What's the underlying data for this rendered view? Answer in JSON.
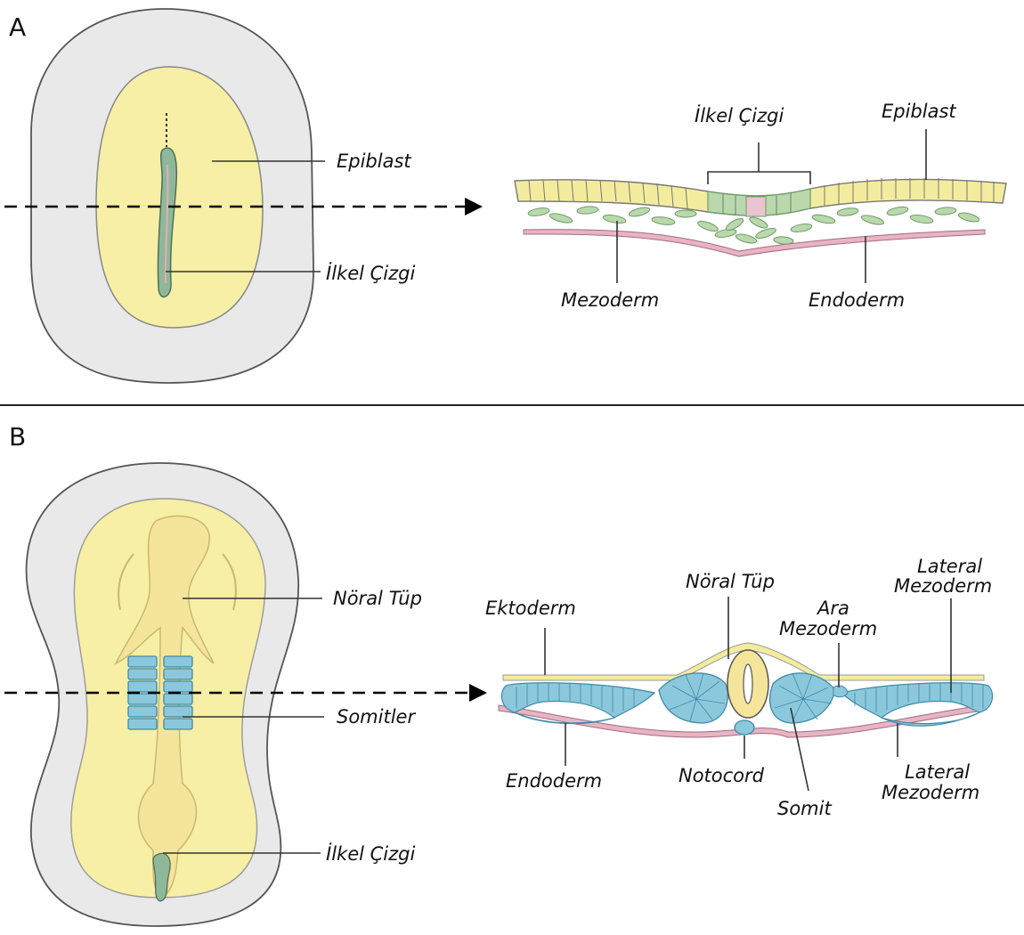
{
  "panels": [
    {
      "letter": "A",
      "labels": {
        "epiblast_left": "Epiblast",
        "ilkel_cizgi_left": "İlkel Çizgi",
        "ilkel_cizgi_section": "İlkel Çizgi",
        "epiblast_section": "Epiblast",
        "mezoderm": "Mezoderm",
        "endoderm": "Endoderm"
      }
    },
    {
      "letter": "B",
      "labels": {
        "noral_tup_left": "Nöral Tüp",
        "somitler": "Somitler",
        "ilkel_cizgi_left": "İlkel Çizgi",
        "noral_tup_section": "Nöral Tüp",
        "ektoderm": "Ektoderm",
        "lateral_mezoderm_top_1": "Lateral",
        "lateral_mezoderm_top_2": "Mezoderm",
        "ara_mezoderm_1": "Ara",
        "ara_mezoderm_2": "Mezoderm",
        "endoderm": "Endoderm",
        "notocord": "Notocord",
        "somit": "Somit",
        "lateral_mezoderm_bottom_1": "Lateral",
        "lateral_mezoderm_bottom_2": "Mezoderm"
      }
    }
  ],
  "colors": {
    "embryo_outer": "#e9e9e9",
    "embryo_inner": "#f7efa6",
    "mesoderm_green": "#b9d9ad",
    "endoderm_pink": "#e8b4c4",
    "somite_blue": "#8cc8dc",
    "outline": "#555555"
  }
}
